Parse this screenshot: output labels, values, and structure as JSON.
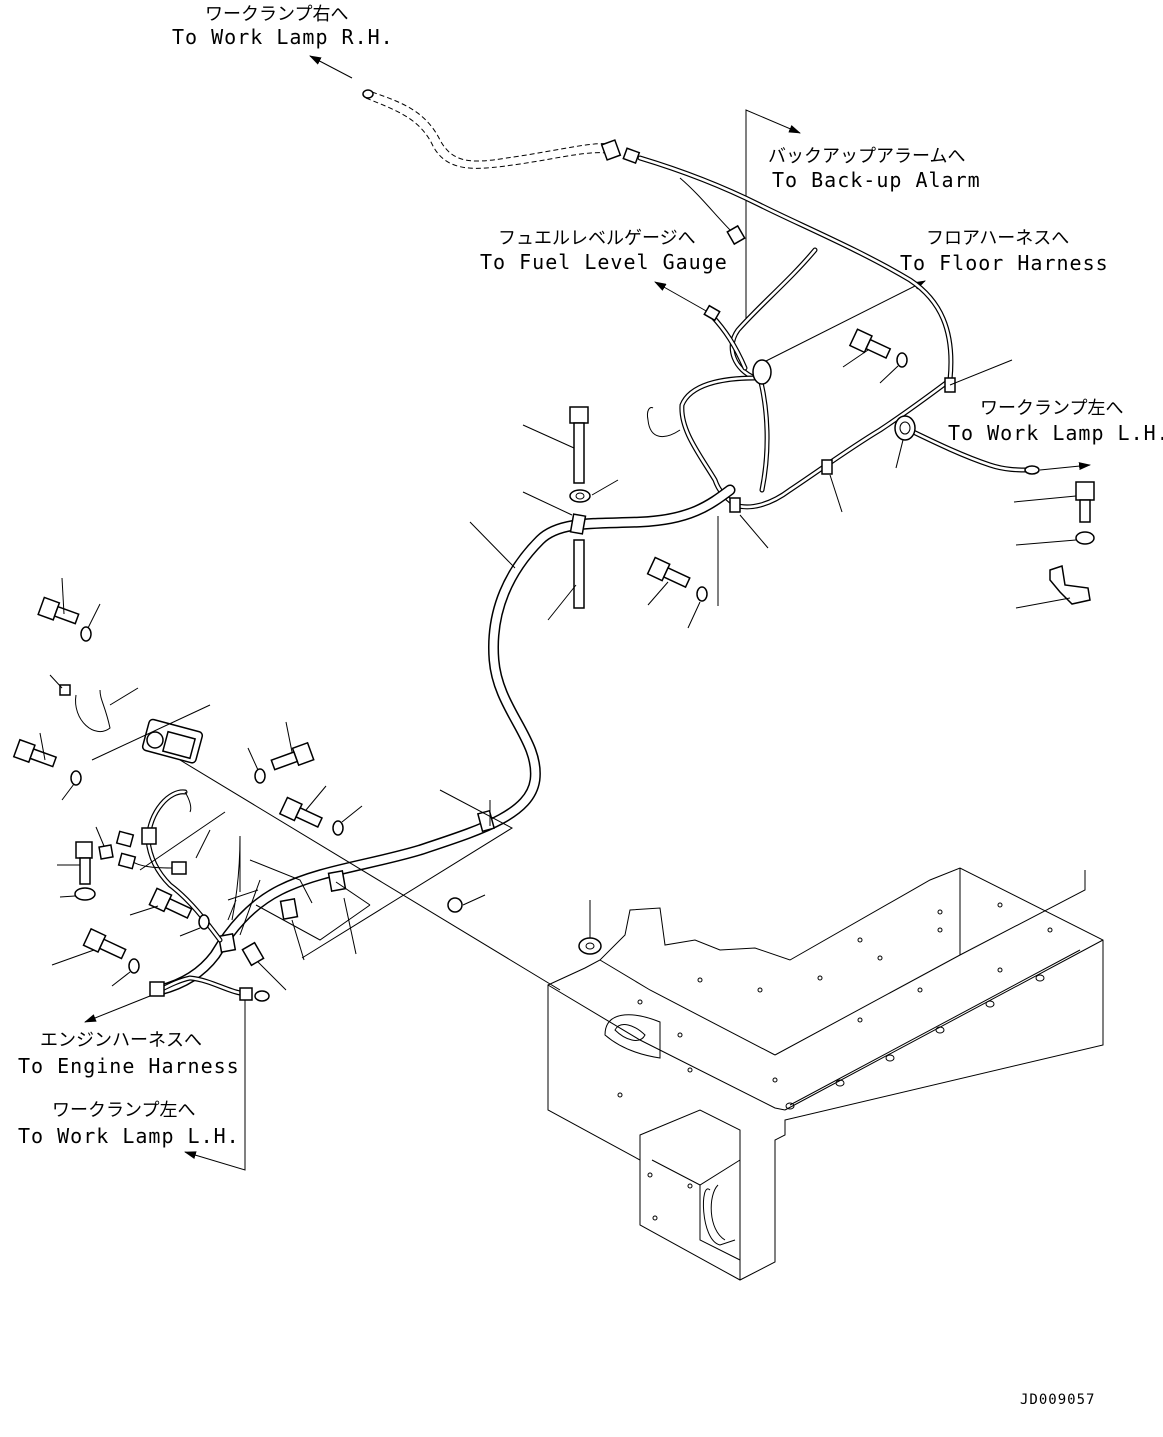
{
  "labels": {
    "work_lamp_rh_jp": "ワークランプ右へ",
    "work_lamp_rh_en": "To Work Lamp R.H.",
    "backup_alarm_jp": "バックアップアラームへ",
    "backup_alarm_en": "To Back-up Alarm",
    "fuel_gauge_jp": "フュエルレベルゲージへ",
    "fuel_gauge_en": "To Fuel Level Gauge",
    "floor_harness_jp": "フロアハーネスへ",
    "floor_harness_en": "To Floor Harness",
    "work_lamp_lh_right_jp": "ワークランプ左へ",
    "work_lamp_lh_right_en": "To Work Lamp L.H.",
    "engine_harness_jp": "エンジンハーネスへ",
    "engine_harness_en": "To Engine Harness",
    "work_lamp_lh_left_jp": "ワークランプ左へ",
    "work_lamp_lh_left_en": "To Work Lamp L.H."
  },
  "drawing_code": "JD009057"
}
